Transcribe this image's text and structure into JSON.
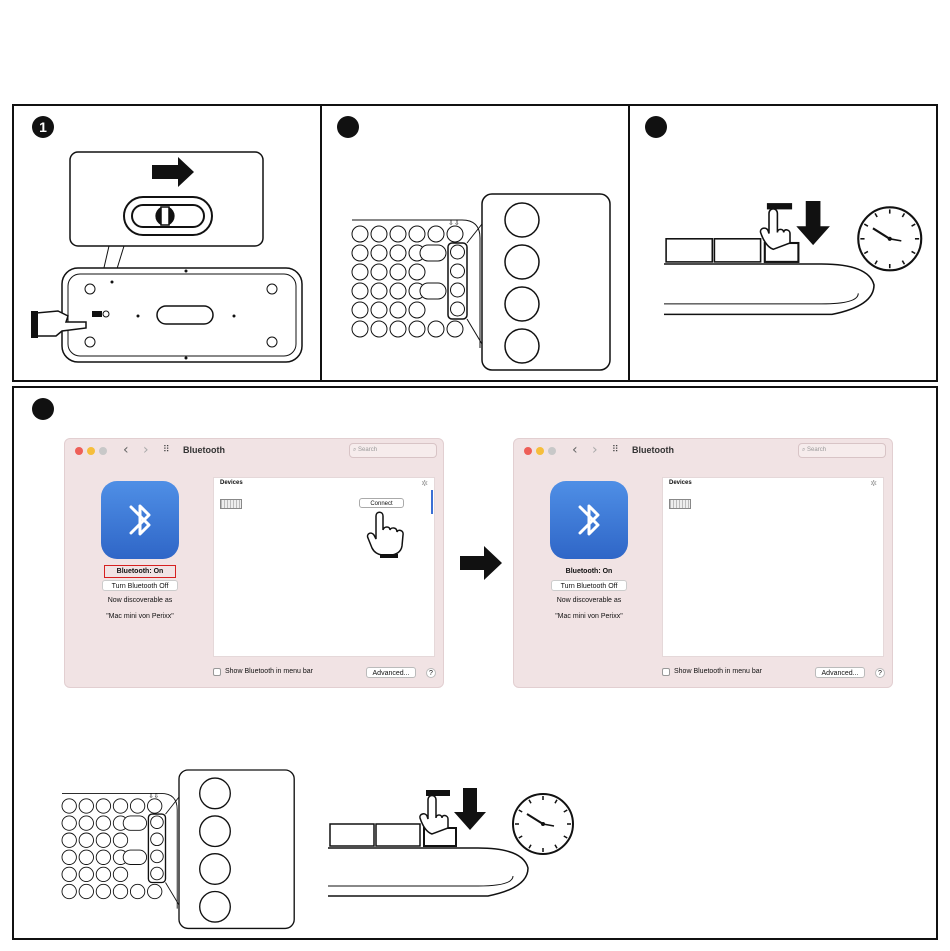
{
  "steps": {
    "step1": "1",
    "step2": "",
    "step3": "",
    "step4": ""
  },
  "mac_window": {
    "title": "Bluetooth",
    "search_placeholder": "Search",
    "nav_back": "‹",
    "nav_forward": "›",
    "grid_icon": "⠿",
    "status_label": "Bluetooth: On",
    "toggle_button": "Turn Bluetooth Off",
    "discoverable_line1": "Now discoverable as",
    "discoverable_line2": "\"Mac mini von Perixx\"",
    "devices_header": "Devices",
    "connect_button": "Connect",
    "menu_bar_checkbox": "Show Bluetooth in menu bar",
    "advanced_button": "Advanced...",
    "help_button": "?",
    "spinner": "✲"
  },
  "colors": {
    "window_bg": "#f1e3e4",
    "bluetooth_blue": "#3a76d8",
    "highlight_red": "#d62020",
    "traffic_red": "#ee5f58",
    "traffic_yellow": "#f6be3b",
    "traffic_grey": "#c8c8c8"
  },
  "icons": [
    "bluetooth-icon",
    "hand-pointer-icon",
    "arrow-right-icon",
    "arrow-down-icon",
    "clock-icon",
    "power-switch-icon",
    "keyboard-icon"
  ]
}
